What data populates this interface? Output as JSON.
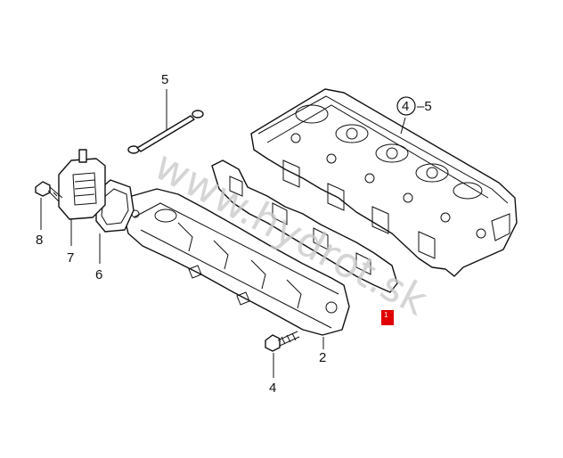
{
  "diagram": {
    "callouts": {
      "p2": "2",
      "p4": "4",
      "p4_5a": "4",
      "p4_5b": "–5",
      "p5": "5",
      "p6": "6",
      "p7": "7",
      "p8": "8"
    },
    "watermark": "www.hydrot.sk",
    "red_marker_label": "1",
    "colors": {
      "line": "#111111",
      "watermark": "#c8c8c8",
      "marker": "#e00000"
    }
  }
}
